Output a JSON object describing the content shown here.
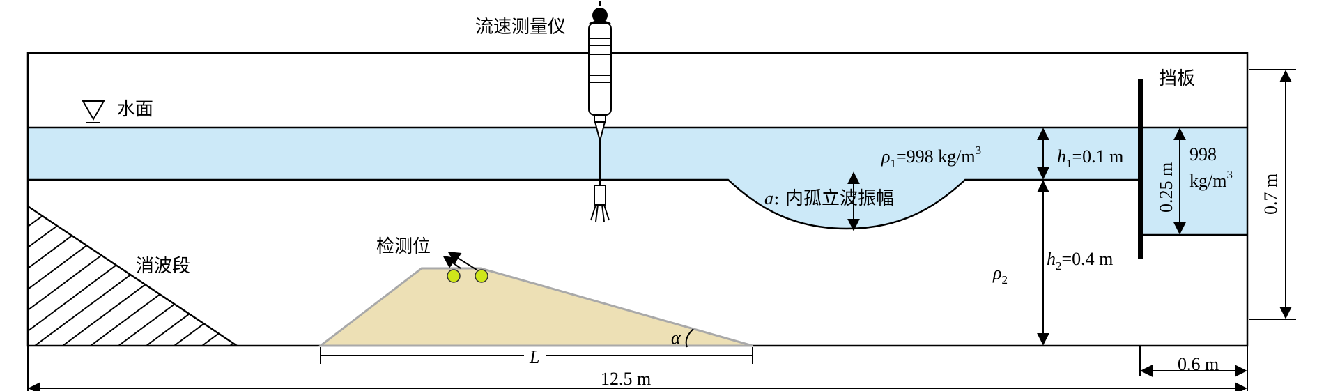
{
  "labels": {
    "instrument": "流速测量仪",
    "water_surface": "水面",
    "baffle": "挡板",
    "wave_absorber": "消波段",
    "measure_point": "检测位",
    "amplitude_prefix": "a",
    "amplitude_text": ": 内孤立波振幅",
    "rho1_symbol": "ρ",
    "rho1_sub": "1",
    "rho1_value": "=998 kg/m",
    "rho1_sup": "3",
    "rho2_symbol": "ρ",
    "rho2_sub": "2",
    "h1_symbol": "h",
    "h1_sub": "1",
    "h1_value": "=0.1 m",
    "h2_symbol": "h",
    "h2_sub": "2",
    "h2_value": "=0.4 m",
    "right_density_line1": "998",
    "right_density_line2": "kg/m",
    "right_density_sup": "3",
    "right_depth": "0.25 m",
    "tank_height": "0.7 m",
    "tank_length": "12.5 m",
    "baffle_offset": "0.6 m",
    "slope_length": "L",
    "slope_angle": "α"
  },
  "colors": {
    "water_layer": "#cce9f8",
    "slope_fill": "#ede0b5",
    "slope_edge": "#a9a9a9",
    "sensor_fill": "#cfe61a",
    "line": "#000000"
  },
  "icons": [
    "water-level-triangle-icon",
    "current-meter-icon",
    "sensor-point-icon"
  ]
}
